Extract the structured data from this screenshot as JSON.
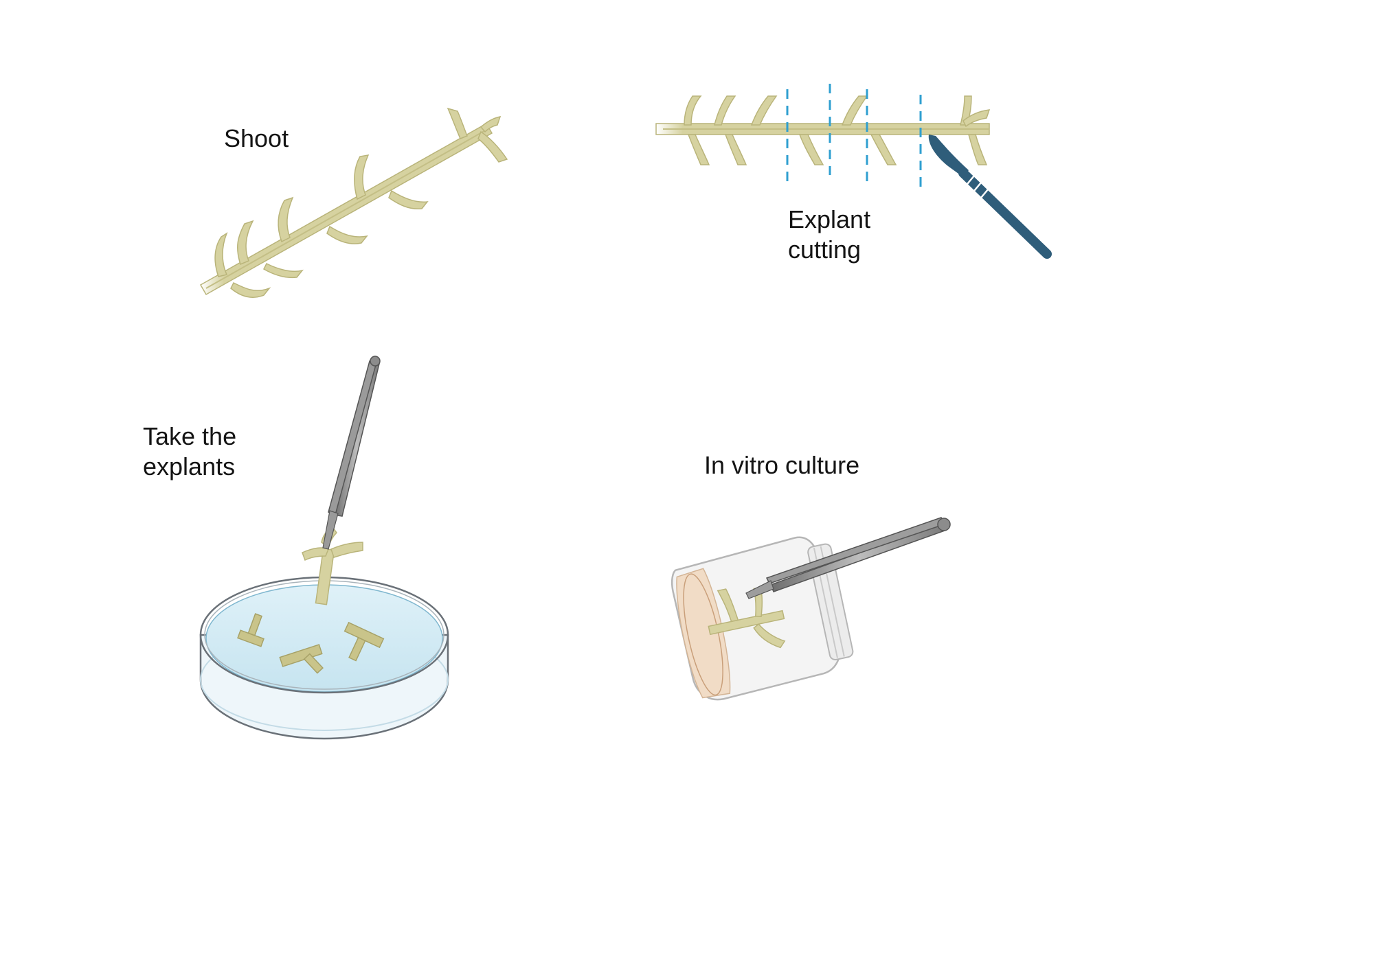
{
  "labels": {
    "shoot": "Shoot",
    "explant_cutting_line1": "Explant",
    "explant_cutting_line2": "cutting",
    "take_explants_line1": "Take the",
    "take_explants_line2": "explants",
    "in_vitro_culture": "In vitro culture"
  },
  "colors": {
    "stem": "#d6d2a0",
    "stem_edge": "#b9b47a",
    "cut_line": "#2f9fd0",
    "scalpel": "#2f5d7a",
    "forceps": "#8a8a8a",
    "dish_medium": "#d6ecf5",
    "dish_rim": "#6a7178",
    "jar_glass": "#f1f1f1",
    "jar_medium": "#f1dcc6"
  },
  "icons": [
    "shoot-illustration",
    "scalpel-icon",
    "petri-dish-icon",
    "forceps-icon",
    "culture-jar-icon"
  ]
}
